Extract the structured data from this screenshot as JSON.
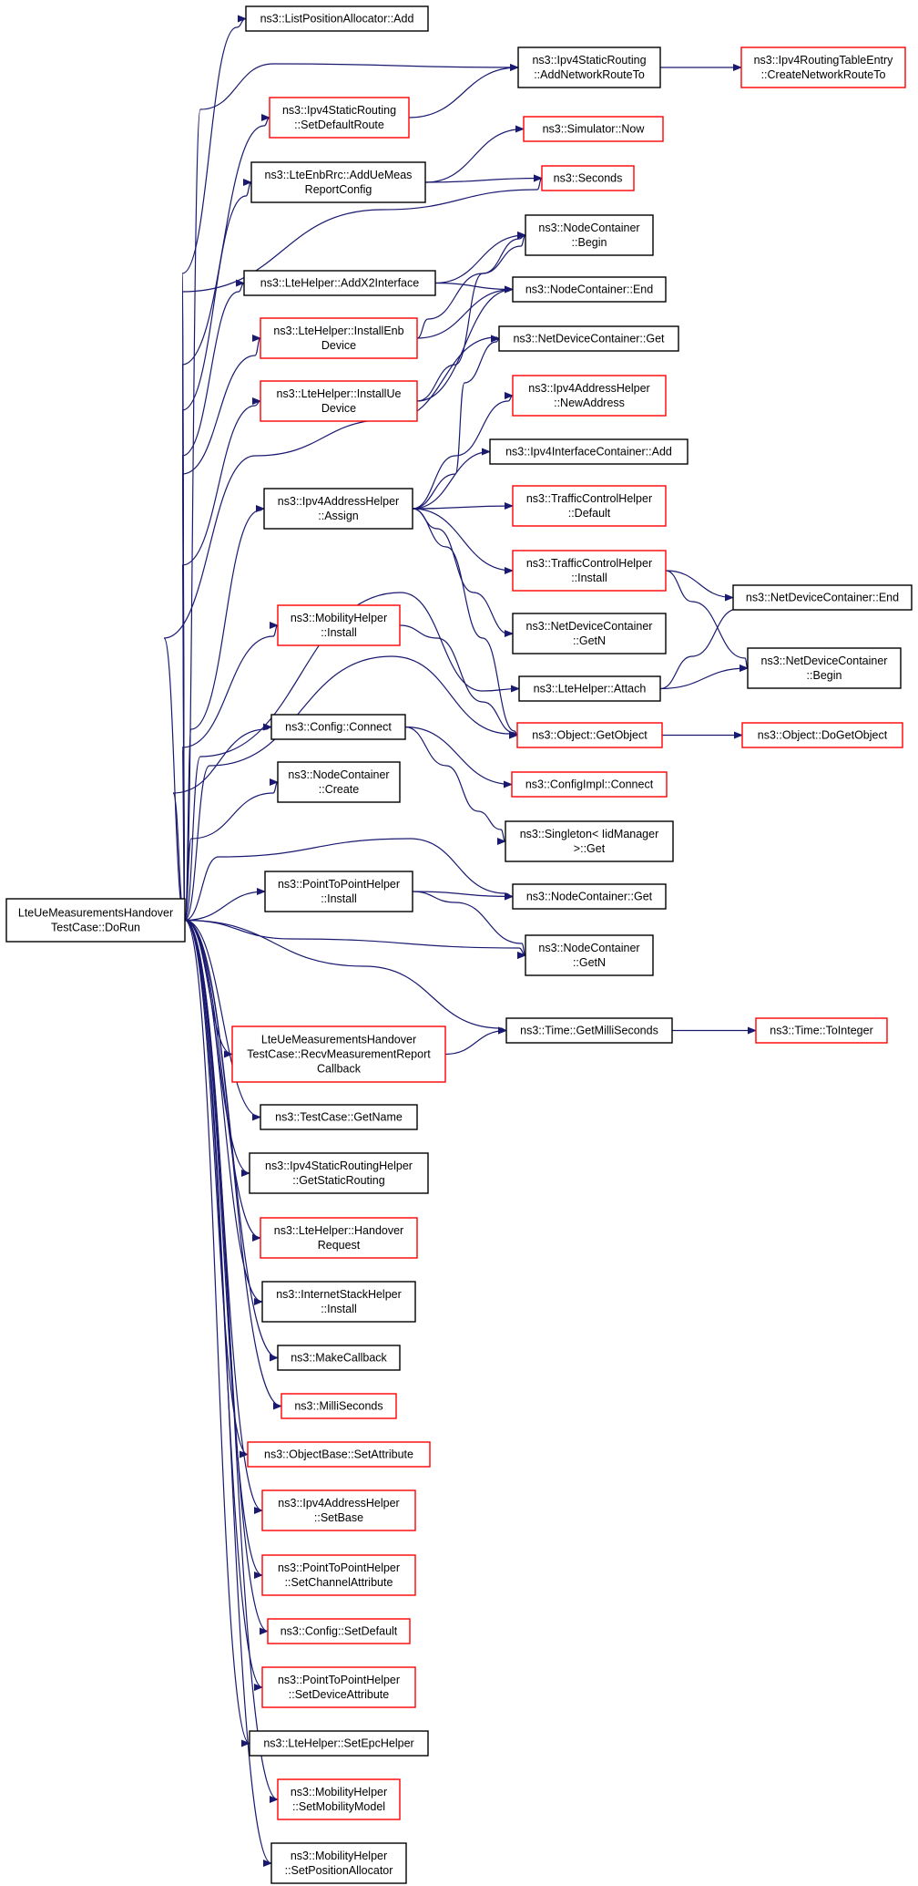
{
  "colors": {
    "edge": "#191970",
    "border_plain": "#000000",
    "border_incomplete": "#ff0000",
    "root_fill": "#bfbfbf"
  },
  "nodes": [
    {
      "id": "root",
      "lines": [
        "LteUeMeasurementsHandover",
        "TestCase::DoRun"
      ],
      "border": "black",
      "root": true
    },
    {
      "id": "n1",
      "lines": [
        "ns3::ListPositionAllocator::Add"
      ],
      "border": "black"
    },
    {
      "id": "n2",
      "lines": [
        "ns3::Ipv4StaticRouting",
        "::AddNetworkRouteTo"
      ],
      "border": "black"
    },
    {
      "id": "n3",
      "lines": [
        "ns3::Ipv4RoutingTableEntry",
        "::CreateNetworkRouteTo"
      ],
      "border": "red"
    },
    {
      "id": "n4",
      "lines": [
        "ns3::Ipv4StaticRouting",
        "::SetDefaultRoute"
      ],
      "border": "red"
    },
    {
      "id": "n5",
      "lines": [
        "ns3::Simulator::Now"
      ],
      "border": "red"
    },
    {
      "id": "n6",
      "lines": [
        "ns3::LteEnbRrc::AddUeMeas",
        "ReportConfig"
      ],
      "border": "black"
    },
    {
      "id": "n7",
      "lines": [
        "ns3::Seconds"
      ],
      "border": "red"
    },
    {
      "id": "n8",
      "lines": [
        "ns3::NodeContainer",
        "::Begin"
      ],
      "border": "black"
    },
    {
      "id": "n9",
      "lines": [
        "ns3::LteHelper::AddX2Interface"
      ],
      "border": "black"
    },
    {
      "id": "n10",
      "lines": [
        "ns3::NodeContainer::End"
      ],
      "border": "black"
    },
    {
      "id": "n11",
      "lines": [
        "ns3::LteHelper::InstallEnb",
        "Device"
      ],
      "border": "red"
    },
    {
      "id": "n12",
      "lines": [
        "ns3::NetDeviceContainer::Get"
      ],
      "border": "black"
    },
    {
      "id": "n13",
      "lines": [
        "ns3::LteHelper::InstallUe",
        "Device"
      ],
      "border": "red"
    },
    {
      "id": "n14",
      "lines": [
        "ns3::Ipv4AddressHelper",
        "::NewAddress"
      ],
      "border": "red"
    },
    {
      "id": "n15",
      "lines": [
        "ns3::Ipv4InterfaceContainer::Add"
      ],
      "border": "black"
    },
    {
      "id": "n16",
      "lines": [
        "ns3::Ipv4AddressHelper",
        "::Assign"
      ],
      "border": "black"
    },
    {
      "id": "n17",
      "lines": [
        "ns3::TrafficControlHelper",
        "::Default"
      ],
      "border": "red"
    },
    {
      "id": "n18",
      "lines": [
        "ns3::TrafficControlHelper",
        "::Install"
      ],
      "border": "red"
    },
    {
      "id": "n19",
      "lines": [
        "ns3::NetDeviceContainer::End"
      ],
      "border": "black"
    },
    {
      "id": "n20",
      "lines": [
        "ns3::NetDeviceContainer",
        "::GetN"
      ],
      "border": "black"
    },
    {
      "id": "n21",
      "lines": [
        "ns3::MobilityHelper",
        "::Install"
      ],
      "border": "red"
    },
    {
      "id": "n22",
      "lines": [
        "ns3::NetDeviceContainer",
        "::Begin"
      ],
      "border": "black"
    },
    {
      "id": "n23",
      "lines": [
        "ns3::LteHelper::Attach"
      ],
      "border": "black"
    },
    {
      "id": "n24",
      "lines": [
        "ns3::Config::Connect"
      ],
      "border": "black"
    },
    {
      "id": "n25",
      "lines": [
        "ns3::Object::GetObject"
      ],
      "border": "red"
    },
    {
      "id": "n26",
      "lines": [
        "ns3::Object::DoGetObject"
      ],
      "border": "red"
    },
    {
      "id": "n27",
      "lines": [
        "ns3::ConfigImpl::Connect"
      ],
      "border": "red"
    },
    {
      "id": "n28",
      "lines": [
        "ns3::NodeContainer",
        "::Create"
      ],
      "border": "black"
    },
    {
      "id": "n29",
      "lines": [
        "ns3::Singleton< IidManager",
        ">::Get"
      ],
      "border": "black"
    },
    {
      "id": "n30",
      "lines": [
        "ns3::PointToPointHelper",
        "::Install"
      ],
      "border": "black"
    },
    {
      "id": "n31",
      "lines": [
        "ns3::NodeContainer::Get"
      ],
      "border": "black"
    },
    {
      "id": "n32",
      "lines": [
        "ns3::NodeContainer",
        "::GetN"
      ],
      "border": "black"
    },
    {
      "id": "n33",
      "lines": [
        "ns3::Time::GetMilliSeconds"
      ],
      "border": "black"
    },
    {
      "id": "n34",
      "lines": [
        "ns3::Time::ToInteger"
      ],
      "border": "red"
    },
    {
      "id": "n35",
      "lines": [
        "LteUeMeasurementsHandover",
        "TestCase::RecvMeasurementReport",
        "Callback"
      ],
      "border": "red"
    },
    {
      "id": "n36",
      "lines": [
        "ns3::TestCase::GetName"
      ],
      "border": "black"
    },
    {
      "id": "n37",
      "lines": [
        "ns3::Ipv4StaticRoutingHelper",
        "::GetStaticRouting"
      ],
      "border": "black"
    },
    {
      "id": "n38",
      "lines": [
        "ns3::LteHelper::Handover",
        "Request"
      ],
      "border": "red"
    },
    {
      "id": "n39",
      "lines": [
        "ns3::InternetStackHelper",
        "::Install"
      ],
      "border": "black"
    },
    {
      "id": "n40",
      "lines": [
        "ns3::MakeCallback"
      ],
      "border": "black"
    },
    {
      "id": "n41",
      "lines": [
        "ns3::MilliSeconds"
      ],
      "border": "red"
    },
    {
      "id": "n42",
      "lines": [
        "ns3::ObjectBase::SetAttribute"
      ],
      "border": "red"
    },
    {
      "id": "n43",
      "lines": [
        "ns3::Ipv4AddressHelper",
        "::SetBase"
      ],
      "border": "red"
    },
    {
      "id": "n44",
      "lines": [
        "ns3::PointToPointHelper",
        "::SetChannelAttribute"
      ],
      "border": "red"
    },
    {
      "id": "n45",
      "lines": [
        "ns3::Config::SetDefault"
      ],
      "border": "red"
    },
    {
      "id": "n46",
      "lines": [
        "ns3::PointToPointHelper",
        "::SetDeviceAttribute"
      ],
      "border": "red"
    },
    {
      "id": "n47",
      "lines": [
        "ns3::LteHelper::SetEpcHelper"
      ],
      "border": "black"
    },
    {
      "id": "n48",
      "lines": [
        "ns3::MobilityHelper",
        "::SetMobilityModel"
      ],
      "border": "red"
    },
    {
      "id": "n49",
      "lines": [
        "ns3::MobilityHelper",
        "::SetPositionAllocator"
      ],
      "border": "black"
    }
  ],
  "edges": [
    [
      "root",
      "n1"
    ],
    [
      "root",
      "n2"
    ],
    [
      "root",
      "n4"
    ],
    [
      "root",
      "n6"
    ],
    [
      "root",
      "n7"
    ],
    [
      "root",
      "n9"
    ],
    [
      "root",
      "n11"
    ],
    [
      "root",
      "n13"
    ],
    [
      "root",
      "n12"
    ],
    [
      "root",
      "n16"
    ],
    [
      "root",
      "n21"
    ],
    [
      "root",
      "n23"
    ],
    [
      "root",
      "n24"
    ],
    [
      "root",
      "n25"
    ],
    [
      "root",
      "n28"
    ],
    [
      "root",
      "n30"
    ],
    [
      "root",
      "n31"
    ],
    [
      "root",
      "n32"
    ],
    [
      "root",
      "n33"
    ],
    [
      "root",
      "n35"
    ],
    [
      "root",
      "n36"
    ],
    [
      "root",
      "n37"
    ],
    [
      "root",
      "n38"
    ],
    [
      "root",
      "n39"
    ],
    [
      "root",
      "n40"
    ],
    [
      "root",
      "n41"
    ],
    [
      "root",
      "n42"
    ],
    [
      "root",
      "n43"
    ],
    [
      "root",
      "n44"
    ],
    [
      "root",
      "n45"
    ],
    [
      "root",
      "n46"
    ],
    [
      "root",
      "n47"
    ],
    [
      "root",
      "n48"
    ],
    [
      "root",
      "n49"
    ],
    [
      "n2",
      "n3"
    ],
    [
      "n4",
      "n2"
    ],
    [
      "n6",
      "n5"
    ],
    [
      "n6",
      "n7"
    ],
    [
      "n9",
      "n8"
    ],
    [
      "n9",
      "n10"
    ],
    [
      "n11",
      "n8"
    ],
    [
      "n11",
      "n10"
    ],
    [
      "n13",
      "n8"
    ],
    [
      "n13",
      "n10"
    ],
    [
      "n16",
      "n12"
    ],
    [
      "n16",
      "n14"
    ],
    [
      "n16",
      "n15"
    ],
    [
      "n16",
      "n17"
    ],
    [
      "n16",
      "n18"
    ],
    [
      "n16",
      "n20"
    ],
    [
      "n16",
      "n25"
    ],
    [
      "n18",
      "n19"
    ],
    [
      "n18",
      "n22"
    ],
    [
      "n21",
      "n25"
    ],
    [
      "n23",
      "n19"
    ],
    [
      "n23",
      "n22"
    ],
    [
      "n24",
      "n27"
    ],
    [
      "n24",
      "n29"
    ],
    [
      "n25",
      "n26"
    ],
    [
      "n30",
      "n31"
    ],
    [
      "n30",
      "n32"
    ],
    [
      "n35",
      "n33"
    ],
    [
      "n33",
      "n34"
    ]
  ]
}
